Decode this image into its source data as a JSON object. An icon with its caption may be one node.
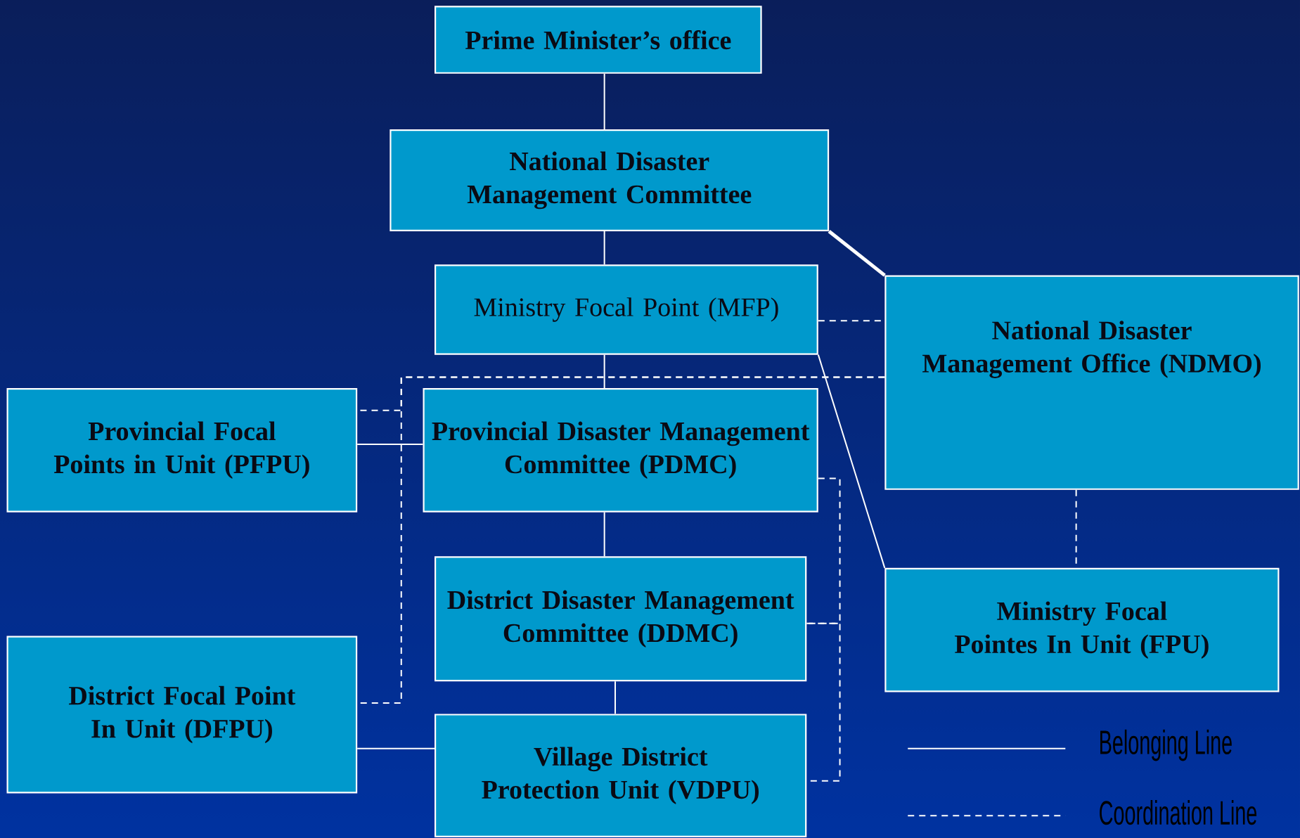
{
  "diagram": {
    "nodes": [
      {
        "text": [
          "Prime Minister’s office"
        ]
      },
      {
        "text": [
          "National Disaster Management Committee"
        ]
      },
      {
        "text": [
          "Ministry Focal Point (MFP)"
        ]
      },
      {
        "text": [
          "National Disaster Management Office (NDMO)"
        ]
      },
      {
        "text": [
          "Provincial Focal Points in Unit (PFPU)"
        ]
      },
      {
        "text": [
          "Provincial Disaster Management Committee (PDMC)"
        ]
      },
      {
        "text": [
          "District Disaster Management Committee (DDMC)"
        ]
      },
      {
        "text": [
          "Ministry Focal Pointes In Unit (FPU)"
        ]
      },
      {
        "text": [
          "District Focal Point In Unit (DFPU)"
        ]
      },
      {
        "text": [
          "Village District Protection Unit (VDPU)"
        ]
      }
    ],
    "edges": [
      {
        "from": 0,
        "to": 1,
        "arrow": "none"
      },
      {
        "from": 1,
        "to": 2,
        "arrow": "none"
      },
      {
        "from": 1,
        "to": 3,
        "arrow": "none",
        "style": "thick"
      },
      {
        "from": 2,
        "to": 5,
        "arrow": "none"
      },
      {
        "from": 5,
        "to": 6,
        "arrow": "none"
      },
      {
        "from": 6,
        "to": 9,
        "arrow": "none"
      },
      {
        "from": 4,
        "to": 5,
        "arrow": "none"
      },
      {
        "from": 8,
        "to": 9,
        "arrow": "none"
      },
      {
        "from": 2,
        "to": 7,
        "arrow": "none"
      },
      {
        "from": 2,
        "to": 3,
        "arrow": "none",
        "style": "dashed"
      },
      {
        "from": 3,
        "to": 7,
        "arrow": "none",
        "style": "dashed"
      },
      {
        "from": 3,
        "to": 4,
        "arrow": "none",
        "style": "dashed"
      },
      {
        "from": 3,
        "to": 8,
        "arrow": "none",
        "style": "dashed"
      },
      {
        "from": 5,
        "to": 6,
        "arrow": "none",
        "style": "dashed"
      },
      {
        "from": 6,
        "to": 9,
        "arrow": "none",
        "style": "dashed"
      }
    ],
    "legend": [
      {
        "text": "Belonging Line"
      },
      {
        "text": "Coordination Line"
      }
    ]
  }
}
